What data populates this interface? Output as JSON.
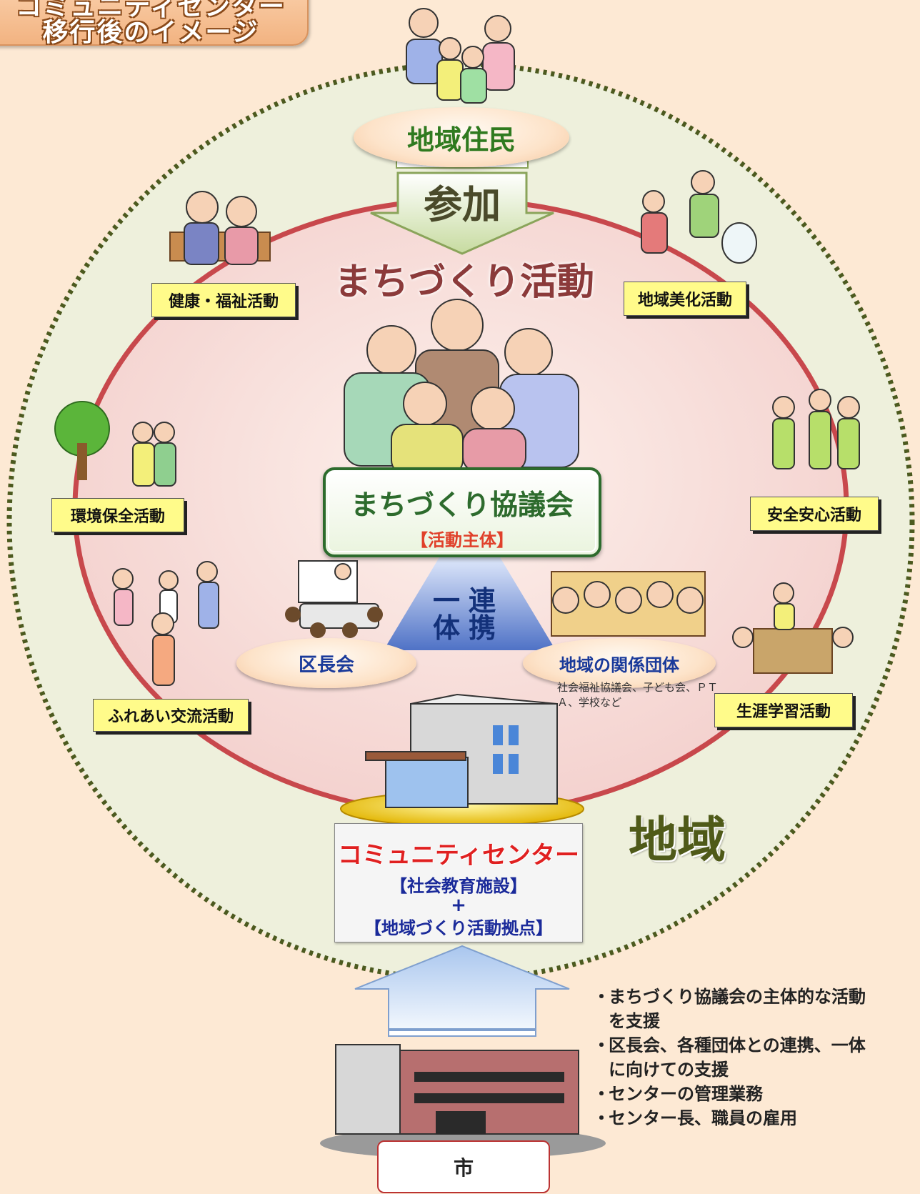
{
  "title": {
    "line1": "コミュニティセンター",
    "line2": "移行後のイメージ"
  },
  "residents": "地域住民",
  "participation": "参加",
  "activity_heading": "まちづくり活動",
  "council": {
    "name": "まちづくり協議会",
    "role": "【活動主体】"
  },
  "activities": [
    "健康・福祉活動",
    "地域美化活動",
    "環境保全活動",
    "安全安心活動",
    "ふれあい交流活動",
    "生涯学習活動"
  ],
  "cooperation": {
    "left": "一体",
    "right": "連携"
  },
  "kuchokai": "区長会",
  "local_groups": {
    "name": "地域の関係団体",
    "note": "社会福祉協議会、子ども会、ＰＴＡ、学校など"
  },
  "community_center": {
    "name": "コミュニティセンター",
    "line2": "【社会教育施設】",
    "plus": "+",
    "line3": "【地域づくり活動拠点】"
  },
  "region": "地域",
  "support": [
    "まちづくり協議会の主体的な活動を支援",
    "区長会、各種団体との連携、一体に向けての支援",
    "センターの管理業務",
    "センター長、職員の雇用"
  ],
  "city": "市",
  "colors": {
    "background": "#fde9d4",
    "outer_region": "#eef0dc",
    "inner_region": "#f5d5d2",
    "inner_border": "#c8484c",
    "dotted_border": "#4c5a1f",
    "label_yellow": "#fffb8a",
    "council_green": "#2d6b2d"
  }
}
